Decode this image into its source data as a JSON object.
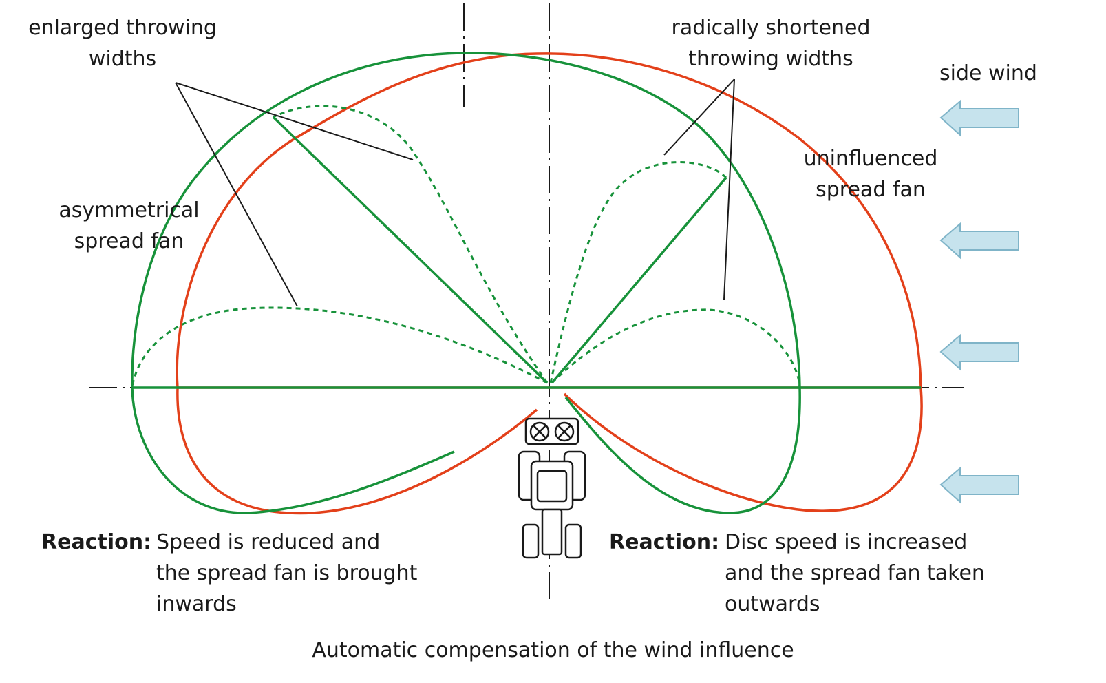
{
  "labels": {
    "enlarged": "enlarged throwing\nwidths",
    "shortened": "radically shortened\nthrowing widths",
    "side_wind": "side wind",
    "uninfluenced": "uninfluenced\nspread fan",
    "asymmetrical": "asymmetrical\nspread fan"
  },
  "reactions": {
    "left": {
      "heading": "Reaction:",
      "text": "Speed is reduced and\nthe spread fan is brought\ninwards"
    },
    "right": {
      "heading": "Reaction:",
      "text": "Disc speed is increased\nand the spread fan taken\noutwards"
    }
  },
  "caption": "Automatic compensation of the wind influence",
  "colors": {
    "green": "#17923a",
    "red": "#e3401a",
    "arrow_fill": "#c6e3ed",
    "arrow_stroke": "#7fb4c8",
    "line": "#1a1a1a"
  }
}
